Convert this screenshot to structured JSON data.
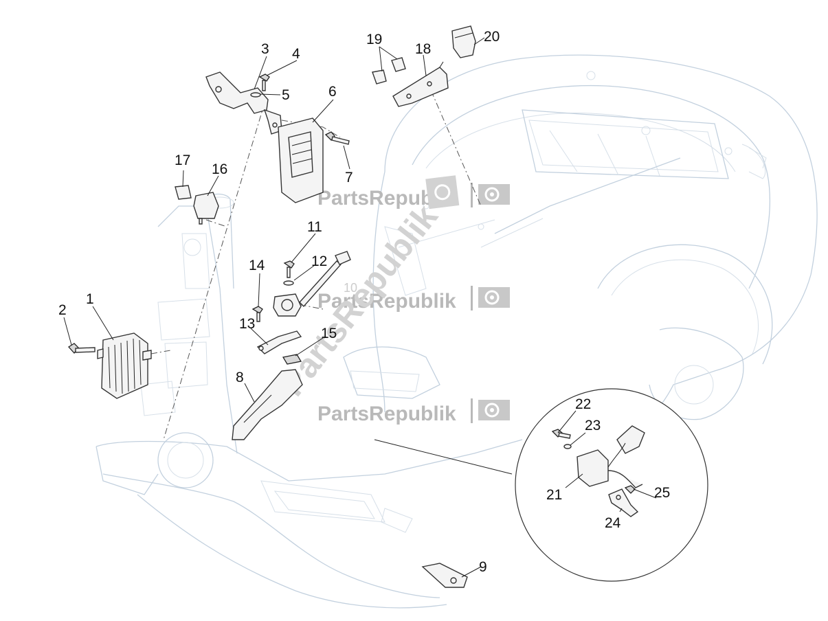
{
  "callouts": {
    "c1": "1",
    "c2": "2",
    "c3": "3",
    "c4": "4",
    "c5": "5",
    "c6": "6",
    "c7": "7",
    "c8": "8",
    "c9": "9",
    "c11": "11",
    "c12": "12",
    "c13": "13",
    "c14": "14",
    "c15": "15",
    "c16": "16",
    "c17": "17",
    "c18": "18",
    "c19": "19",
    "c20": "20",
    "c21": "21",
    "c22": "22",
    "c23": "23",
    "c24": "24",
    "c25": "25"
  },
  "ghost_label": "10",
  "watermark": {
    "text": "PartsRepublik",
    "diagonal": "PartsRepublik",
    "color": "#b9b9b9",
    "icon": "gear-flag-icon"
  },
  "colors": {
    "frame_outline": "#c2d0de",
    "part_outline": "#333333",
    "background": "#ffffff"
  }
}
